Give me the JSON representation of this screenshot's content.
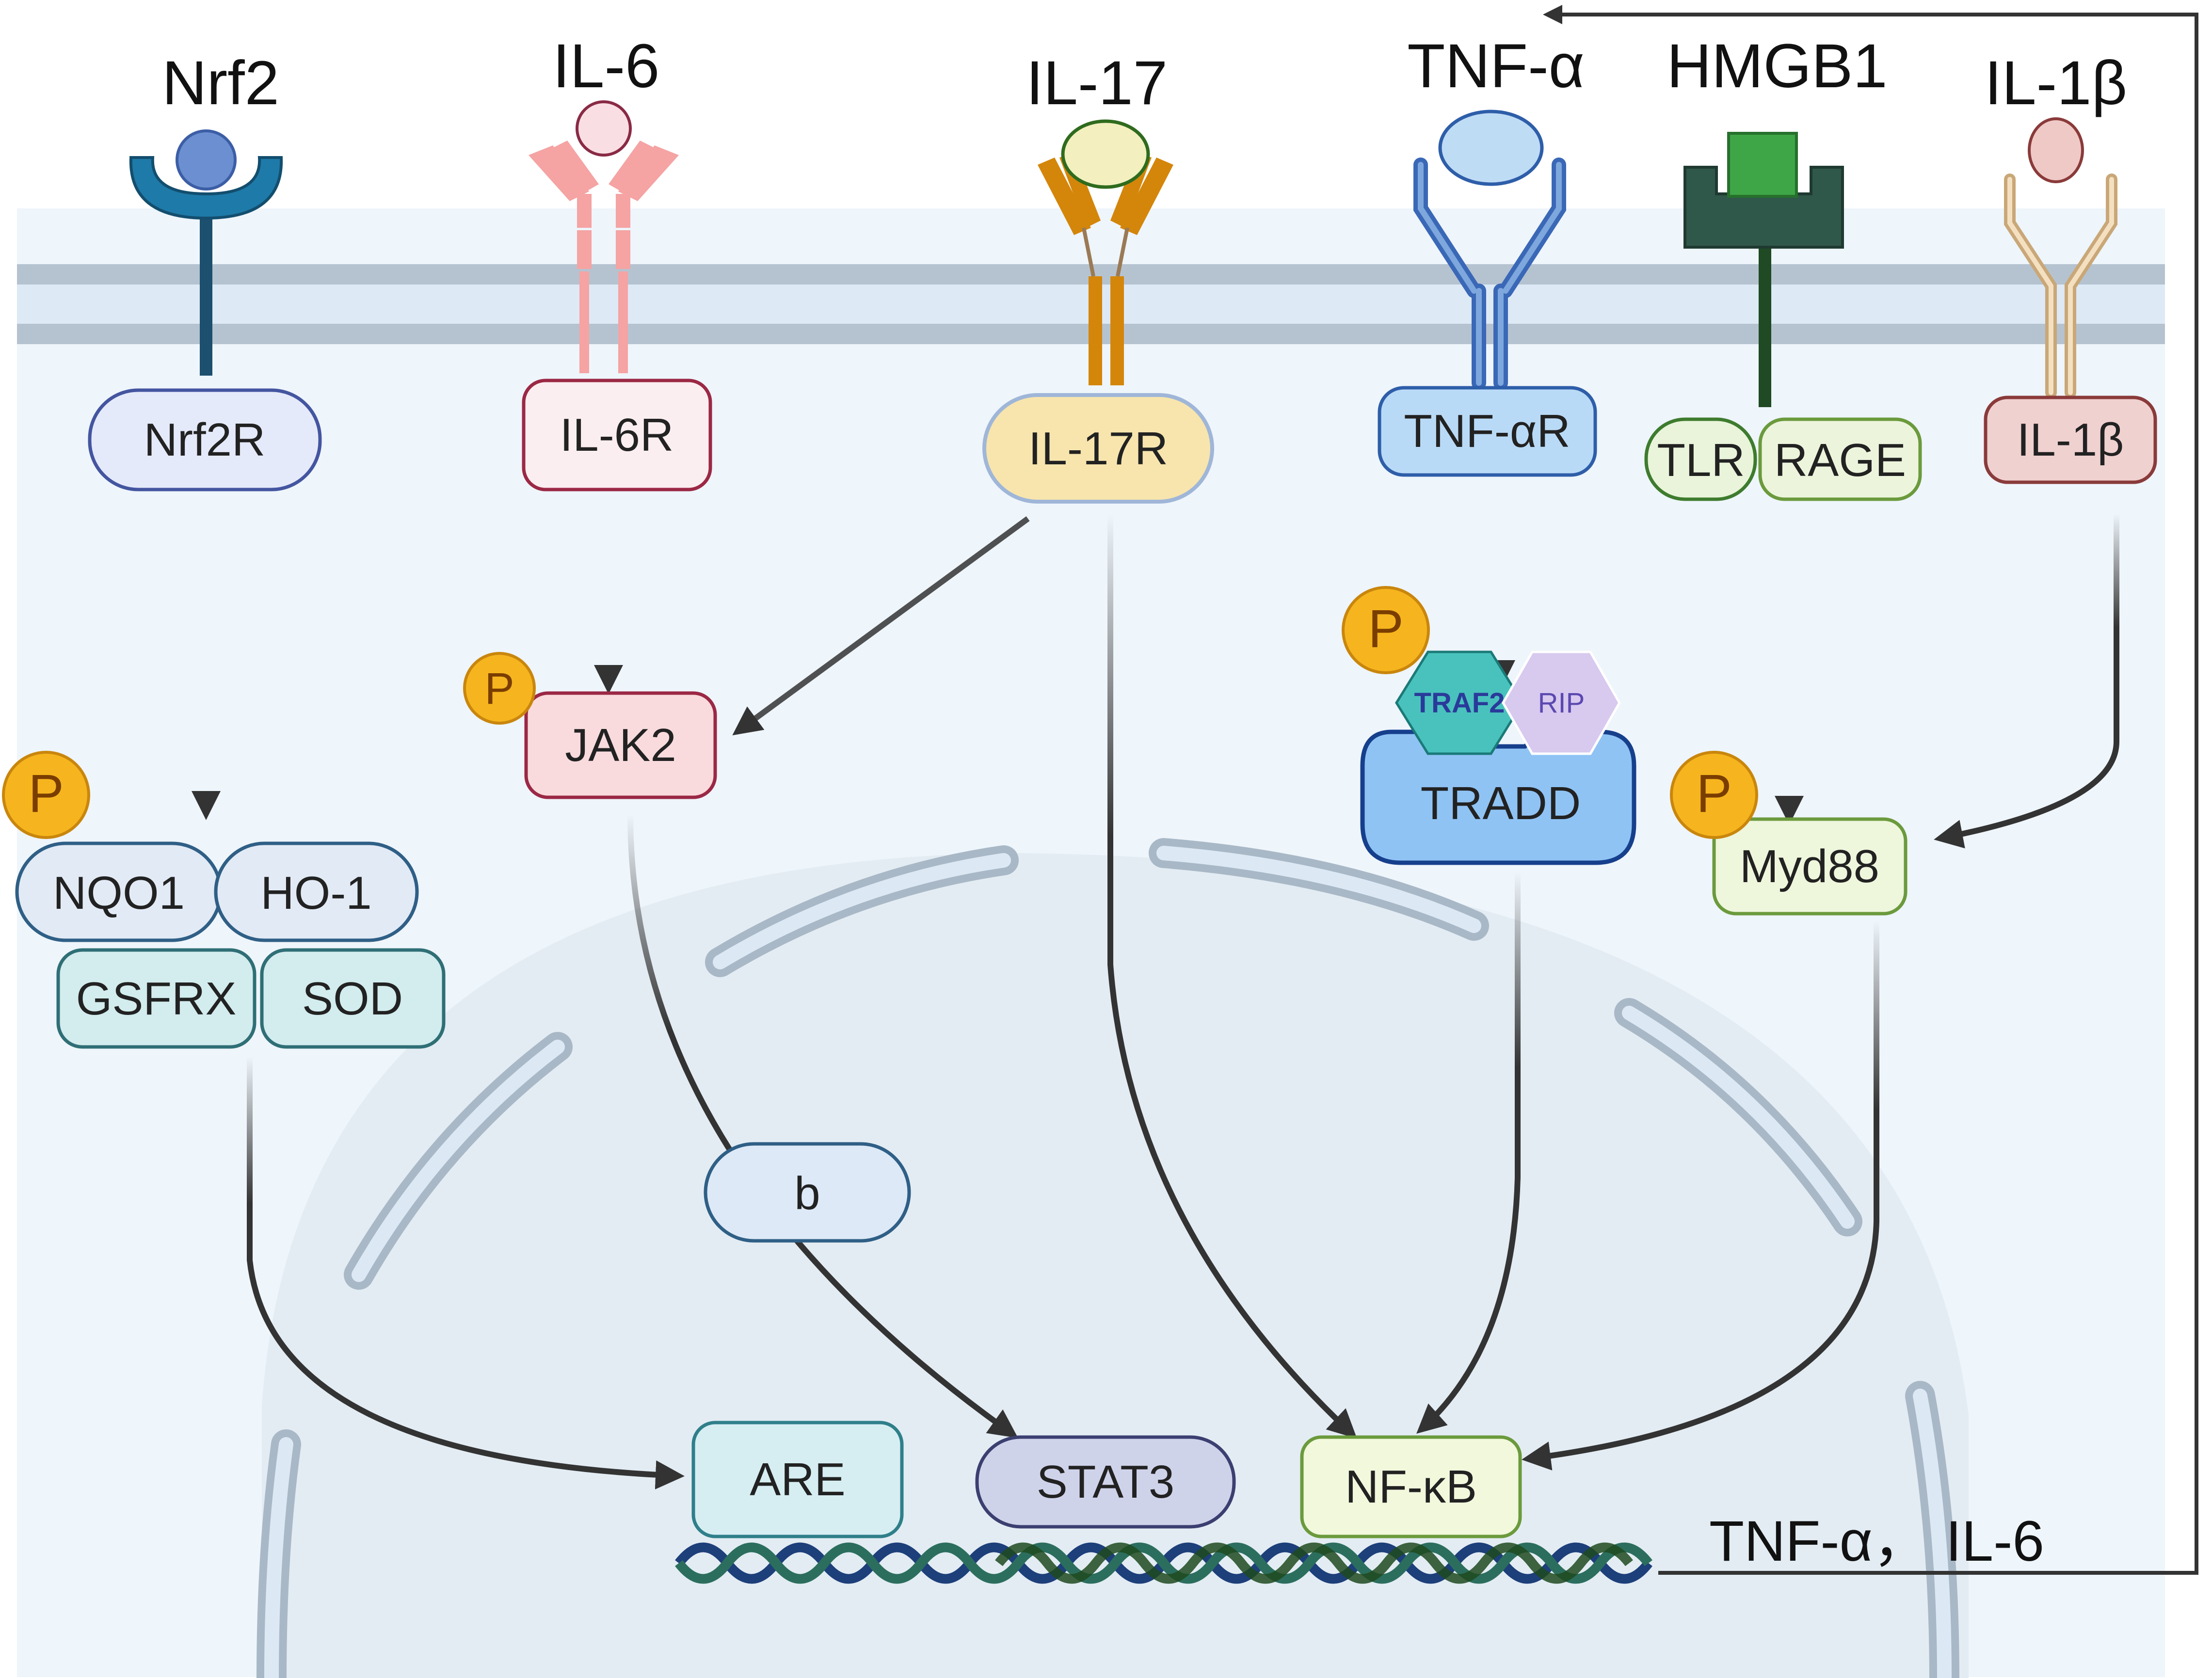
{
  "ligands": {
    "nrf2": "Nrf2",
    "il6": "IL-6",
    "il17": "IL-17",
    "tnfa": "TNF-α",
    "hmgb1": "HMGB1",
    "il1b": "IL-1β"
  },
  "receptors": {
    "nrf2r": "Nrf2R",
    "il6r": "IL-6R",
    "il17r": "IL-17R",
    "tnfar": "TNF-αR",
    "tlr": "TLR",
    "rage": "RAGE",
    "il1b_r": "IL-1β"
  },
  "nodes": {
    "jak2": "JAK2",
    "traf2": "TRAF2",
    "rip": "RIP",
    "tradd": "TRADD",
    "myd88": "Myd88",
    "nqo1": "NQO1",
    "ho1": "HO-1",
    "gsfrx": "GSFRX",
    "sod": "SOD",
    "b": "b"
  },
  "nucleus": {
    "are": "ARE",
    "stat3": "STAT3",
    "nfkb": "NF-κB",
    "output": "TNF-α， IL-6"
  },
  "phospho_label": "P",
  "colors": {
    "membrane": "#b7c5d2",
    "cytoplasm": "#edf5fb",
    "nucleus": "#e6eef5",
    "arrow": "#333333",
    "phospho": "#f6b51e"
  }
}
